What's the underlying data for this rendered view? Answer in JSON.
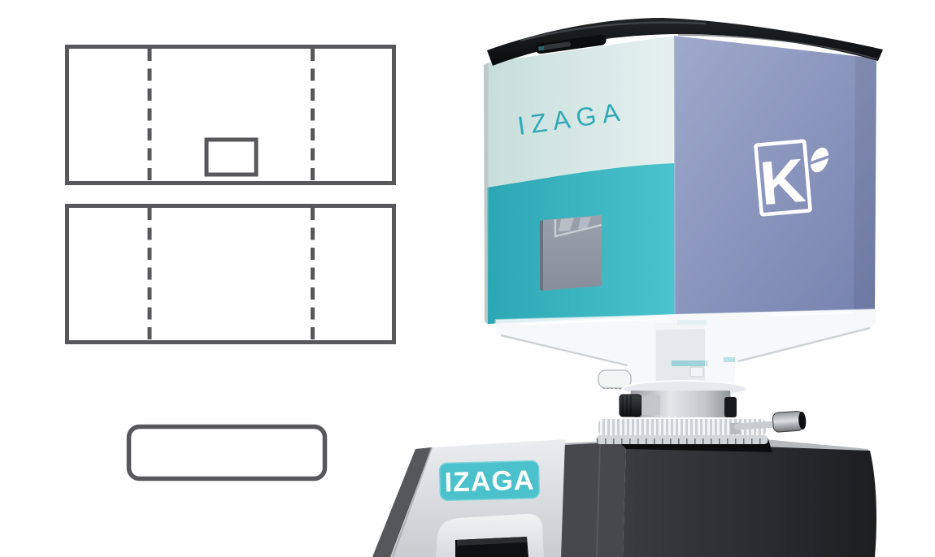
{
  "texts": {
    "hopper_brand": "IZAGA",
    "logo_letter": "K",
    "base_badge": "IZAGA"
  },
  "icons": {
    "coffee_bean_icon": "ellipse with diagonal slit",
    "k_logo_frame": "rectangle outline"
  },
  "colors": {
    "background": "#ffffff",
    "dieline_stroke": "#58585b",
    "mint_face_light": "#e6f1ef",
    "mint_face_dark": "#c7dedb",
    "teal_band_light": "#4cc3ce",
    "teal_band_dark": "#2ba7b3",
    "blue_face_light": "#9fa9cc",
    "blue_face_dark": "#7682af",
    "brand_text_teal": "#2fa9b6",
    "badge_teal": "#4ac1cb",
    "badge_text": "#ffffff",
    "logo_white": "#ffffff",
    "window_gray_top": "#9aa1ac",
    "window_gray_bottom": "#878e99",
    "lid_black": "#101113",
    "body_dark": "#232426",
    "silver_light": "#ebedef"
  },
  "dielines": {
    "panel_count": 3,
    "panels": [
      {
        "name": "hopper-wrap-with-window",
        "has_window_cutout": true,
        "fold_lines": 2
      },
      {
        "name": "hopper-wrap-plain",
        "has_window_cutout": false,
        "fold_lines": 2
      },
      {
        "name": "label-plate",
        "has_window_cutout": false,
        "fold_lines": 0
      }
    ]
  }
}
